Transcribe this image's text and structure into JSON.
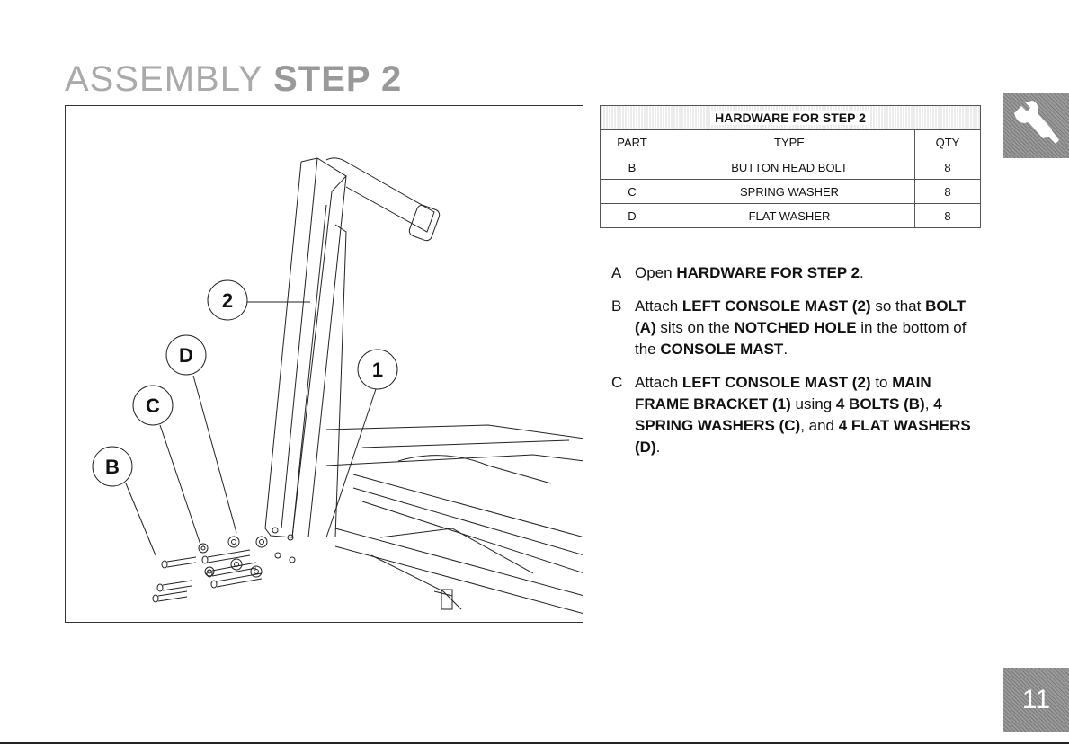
{
  "page": {
    "title_light": "ASSEMBLY",
    "title_bold": "STEP 2",
    "page_number": "11"
  },
  "figure": {
    "callouts": {
      "c2": "2",
      "cD": "D",
      "cC": "C",
      "cB": "B",
      "c1": "1"
    }
  },
  "hardware": {
    "caption": "HARDWARE FOR STEP 2",
    "headers": {
      "part": "PART",
      "type": "TYPE",
      "qty": "QTY"
    },
    "rows": [
      {
        "part": "B",
        "type": "BUTTON HEAD BOLT",
        "qty": "8"
      },
      {
        "part": "C",
        "type": "SPRING WASHER",
        "qty": "8"
      },
      {
        "part": "D",
        "type": "FLAT WASHER",
        "qty": "8"
      }
    ]
  },
  "steps": [
    {
      "letter": "A",
      "parts": [
        "Open ",
        "HARDWARE FOR STEP 2",
        "."
      ]
    },
    {
      "letter": "B",
      "parts": [
        "Attach ",
        "LEFT CONSOLE MAST (2)",
        " so that ",
        "BOLT (A)",
        " sits on the ",
        "NOTCHED HOLE",
        " in the bottom of the ",
        "CONSOLE MAST",
        "."
      ]
    },
    {
      "letter": "C",
      "parts": [
        "Attach ",
        "LEFT CONSOLE MAST (2)",
        " to ",
        "MAIN FRAME BRACKET (1)",
        " using ",
        "4 BOLTS (B)",
        ", ",
        "4 SPRING WASHERS (C)",
        ", and ",
        "4 FLAT WASHERS (D)",
        "."
      ]
    }
  ],
  "colors": {
    "tab_gray": "#8c8c8c",
    "title_gray": "#aaaaaa"
  }
}
